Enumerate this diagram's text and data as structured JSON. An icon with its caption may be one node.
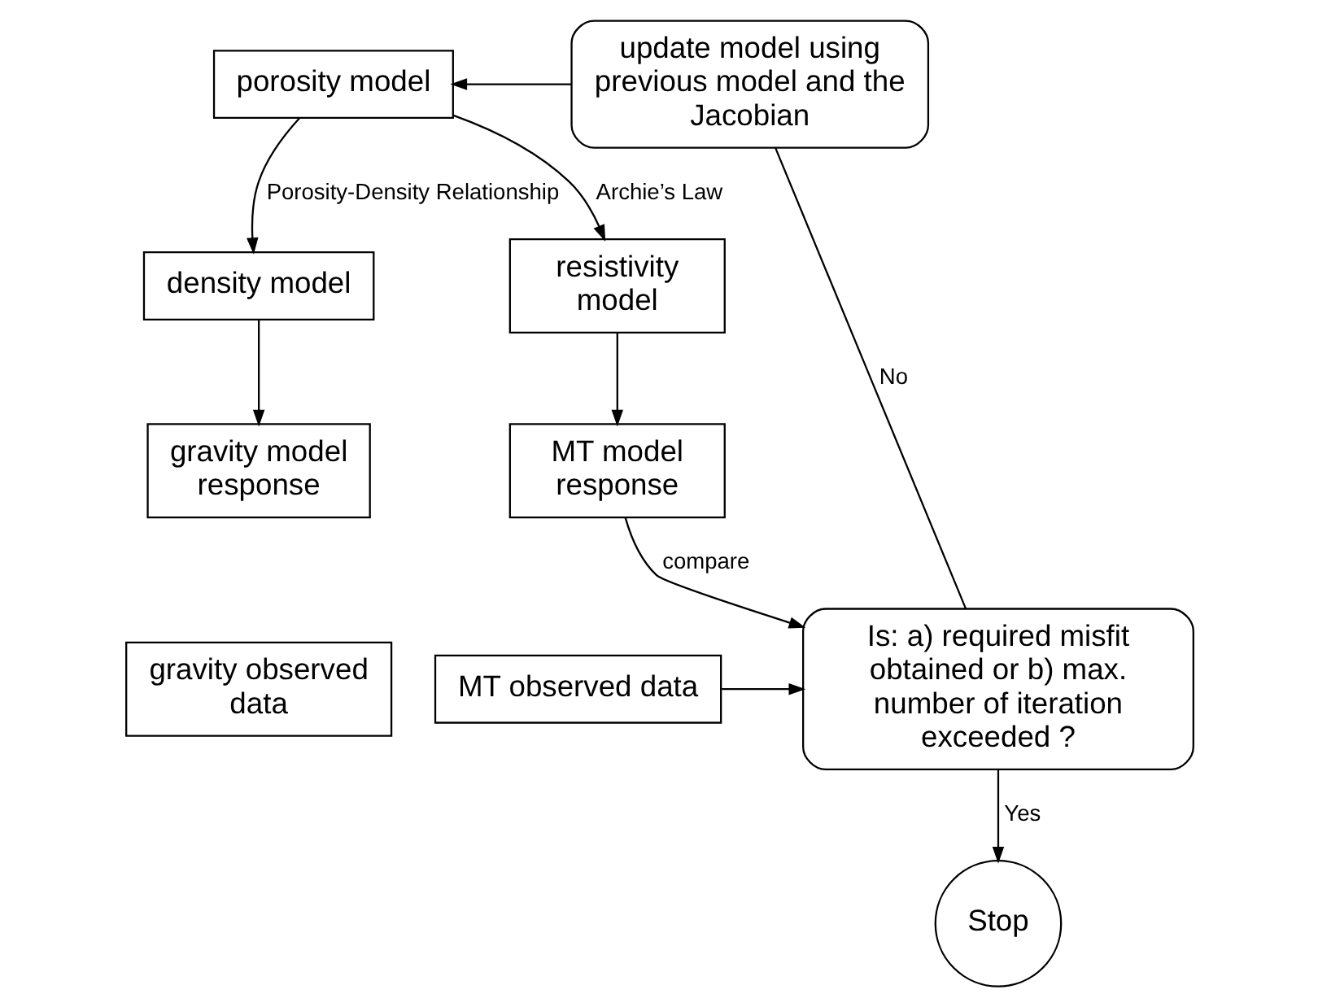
{
  "diagram": {
    "nodes": [
      {
        "text": [
          "porosity model"
        ]
      },
      {
        "text": [
          "density model"
        ]
      },
      {
        "text": [
          "resistivity model"
        ]
      },
      {
        "text": [
          "gravity model response"
        ]
      },
      {
        "text": [
          "MT model response"
        ]
      },
      {
        "text": [
          "gravity observed data"
        ]
      },
      {
        "text": [
          "MT observed data"
        ]
      },
      {
        "text": [
          "update model using previous model and the Jacobian"
        ]
      },
      {
        "text": [
          "Is: a) required misfit obtained or b) max. number of iteration exceeded ?"
        ]
      },
      {
        "text": [
          "Stop"
        ]
      }
    ],
    "edges": [
      {
        "from": 0,
        "to": 1,
        "arrow": "to",
        "label": "Porosity-Density Relationship"
      },
      {
        "from": 0,
        "to": 2,
        "arrow": "to",
        "label": "Archie’s Law"
      },
      {
        "from": 1,
        "to": 3,
        "arrow": "to"
      },
      {
        "from": 2,
        "to": 4,
        "arrow": "to"
      },
      {
        "from": 4,
        "to": 8,
        "arrow": "to",
        "label": "compare"
      },
      {
        "from": 6,
        "to": 8,
        "arrow": "to"
      },
      {
        "from": 8,
        "to": 7,
        "arrow": "none",
        "label": "No"
      },
      {
        "from": 7,
        "to": 0,
        "arrow": "to"
      },
      {
        "from": 8,
        "to": 9,
        "arrow": "to",
        "label": "Yes"
      }
    ]
  }
}
